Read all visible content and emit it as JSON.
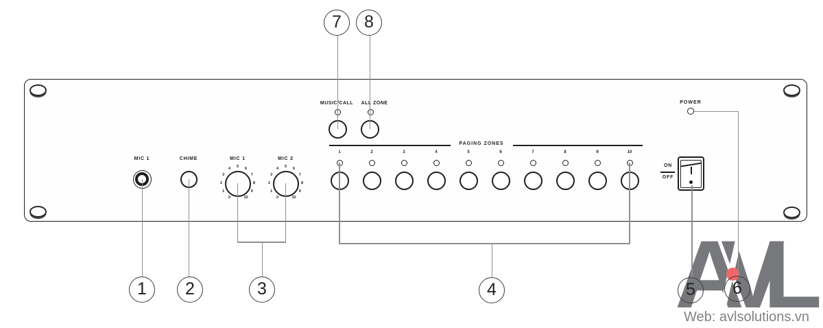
{
  "panel": {
    "mic_jack_label": "MIC 1",
    "chime_label": "CHIME",
    "knob1_label": "MIC 1",
    "knob2_label": "MIC 2",
    "knob_scale": [
      "0",
      "1",
      "2",
      "3",
      "4",
      "5",
      "6",
      "7",
      "8",
      "9",
      "10"
    ],
    "music_call_label": "MUSIC/CALL",
    "all_zone_label": "ALL ZONE",
    "paging_zones_label": "PAGING ZONES",
    "zone_numbers": [
      "1",
      "2",
      "3",
      "4",
      "5",
      "6",
      "7",
      "8",
      "9",
      "10"
    ],
    "power_label": "POWER",
    "on_label": "ON",
    "off_label": "OFF"
  },
  "callouts": {
    "labels": [
      "1",
      "2",
      "3",
      "4",
      "5",
      "6",
      "7",
      "8"
    ]
  },
  "watermark": {
    "logo_text": "AVL",
    "logo_letters": [
      "A",
      "V",
      "L"
    ],
    "web_text": "Web: avlsolutions.vn",
    "logo_color": "#77787b",
    "dot_color": "#f16767",
    "text_color": "#808285"
  },
  "colors": {
    "panel_stroke": "#1d1d1d",
    "callout_line": "#8f8f8f"
  }
}
